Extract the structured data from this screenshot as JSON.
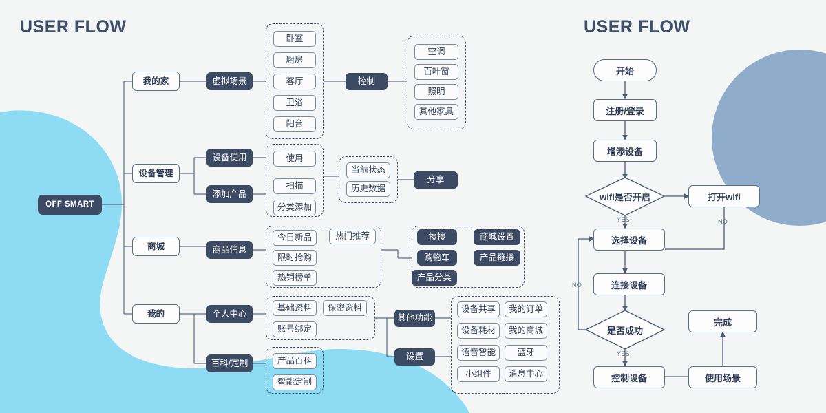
{
  "page": {
    "bg_color": "#f4f5f5",
    "accent_light_blue": "#8ddcf3",
    "accent_blue_gray": "#8fadcb",
    "dark_node_color": "#3c4a63",
    "line_color": "#5a6b86"
  },
  "titles": {
    "left": "USER FLOW",
    "right": "USER FLOW"
  },
  "mindmap": {
    "root": {
      "label": "OFF SMART"
    },
    "branches": [
      {
        "label": "我的家",
        "children": [
          {
            "label": "虚拟场景",
            "group": [
              "卧室",
              "厨房",
              "客厅",
              "卫浴",
              "阳台"
            ],
            "next": {
              "label": "控制",
              "group": [
                "空调",
                "百叶窗",
                "照明",
                "其他家具"
              ]
            }
          }
        ]
      },
      {
        "label": "设备管理",
        "children": [
          {
            "label": "设备使用",
            "group": [
              "使用",
              "扫描",
              "分类添加"
            ]
          },
          {
            "label": "添加产品",
            "group": []
          }
        ],
        "sub_group": [
          "当前状态",
          "历史数据"
        ],
        "sub_next": {
          "label": "分享"
        }
      },
      {
        "label": "商城",
        "children": [
          {
            "label": "商品信息",
            "group": [
              "今日新品",
              "限时抢购",
              "热销榜单"
            ],
            "group_extra": [
              "热门推荐"
            ],
            "next_group_dark": [
              "搜搜",
              "购物车",
              "产品分类"
            ],
            "next_group_dark2": [
              "商城设置",
              "产品链接"
            ]
          }
        ]
      },
      {
        "label": "我的",
        "children": [
          {
            "label": "个人中心",
            "group": [
              "基础资料",
              "账号绑定"
            ],
            "group_extra": [
              "保密资料"
            ]
          },
          {
            "label": "百科/定制",
            "group": [
              "产品百科",
              "智能定制"
            ]
          }
        ],
        "right_nodes": [
          {
            "label": "其他功能"
          },
          {
            "label": "设置"
          }
        ],
        "right_group_col1": [
          "设备共享",
          "设备耗材",
          "语音智能",
          "小组件"
        ],
        "right_group_col2": [
          "我的订单",
          "我的商城",
          "蓝牙",
          "消息中心"
        ]
      }
    ]
  },
  "flowchart": {
    "nodes": [
      {
        "id": "start",
        "label": "开始",
        "shape": "pill"
      },
      {
        "id": "signup",
        "label": "注册/登录",
        "shape": "rect"
      },
      {
        "id": "adddev",
        "label": "增添设备",
        "shape": "rect"
      },
      {
        "id": "wifi",
        "label": "wifi是否开启",
        "shape": "diamond"
      },
      {
        "id": "openwifi",
        "label": "打开wifi",
        "shape": "rect"
      },
      {
        "id": "select",
        "label": "选择设备",
        "shape": "rect"
      },
      {
        "id": "connect",
        "label": "连接设备",
        "shape": "rect"
      },
      {
        "id": "success",
        "label": "是否成功",
        "shape": "diamond"
      },
      {
        "id": "control",
        "label": "控制设备",
        "shape": "rect"
      },
      {
        "id": "scene",
        "label": "使用场景",
        "shape": "rect"
      },
      {
        "id": "done",
        "label": "完成",
        "shape": "rect"
      }
    ],
    "edge_labels": {
      "wifi_yes": "YES",
      "wifi_no": "NO",
      "success_yes": "YES",
      "success_no": "NO"
    }
  }
}
